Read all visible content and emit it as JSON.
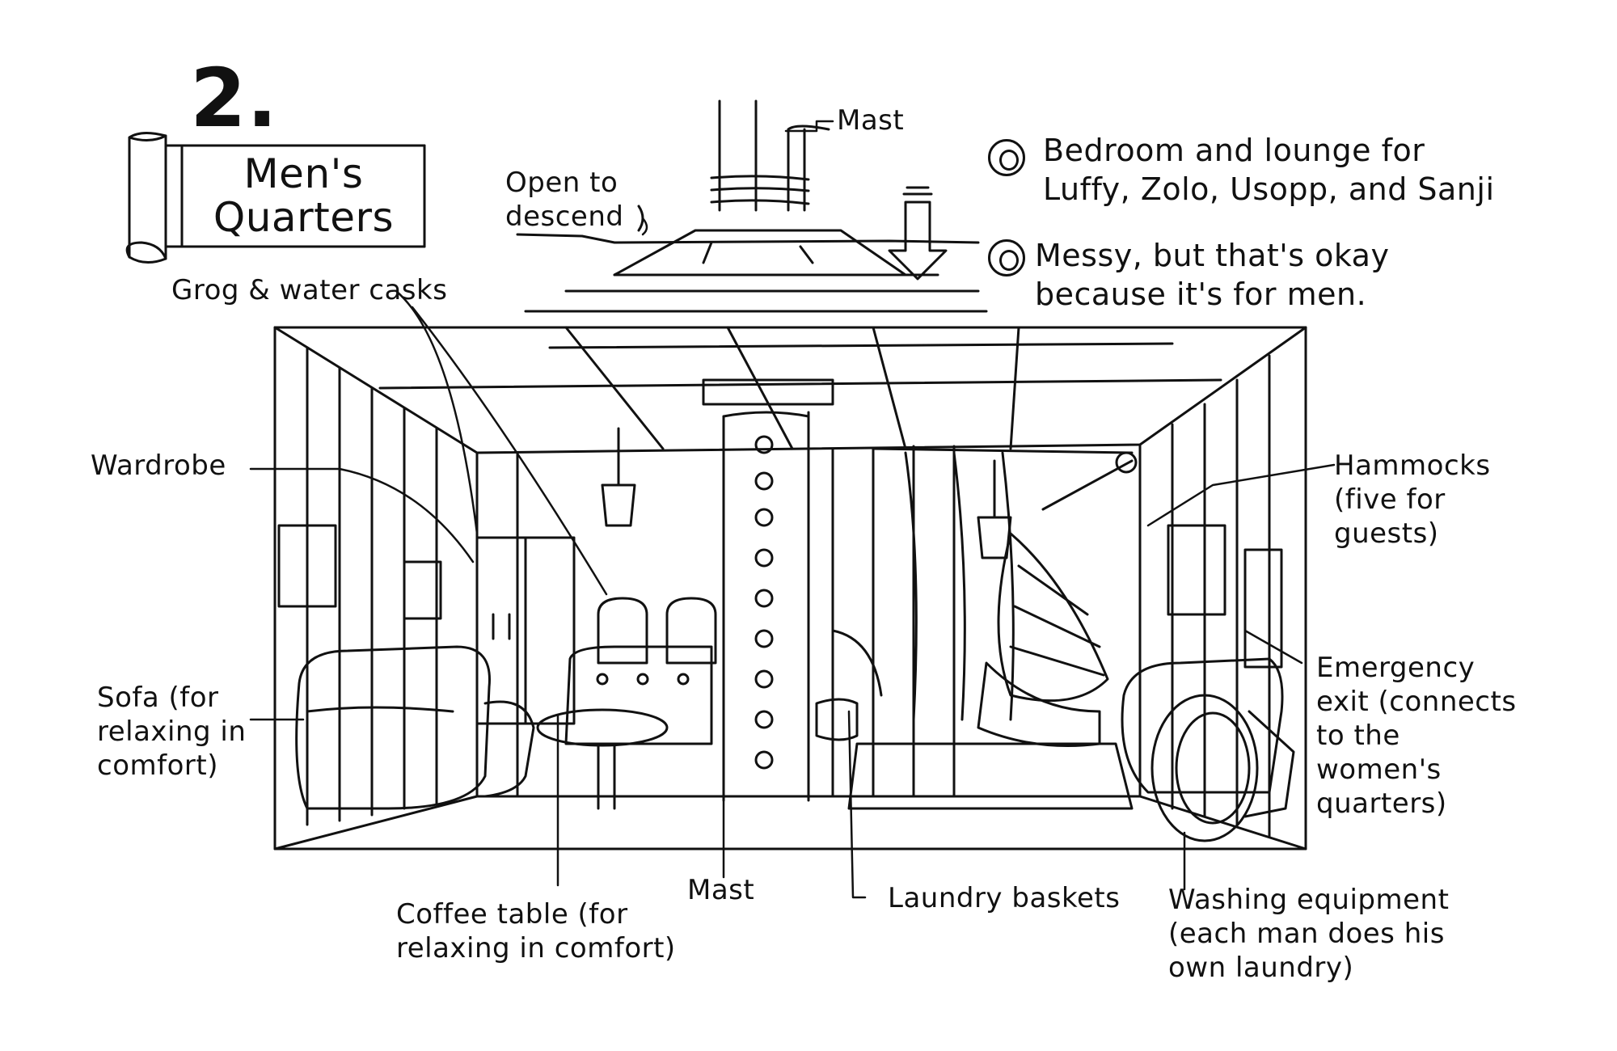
{
  "section_number": "2.",
  "banner_title": "Men's\nQuarters",
  "notes": [
    "Bedroom and lounge for\nLuffy, Zolo, Usopp, and Sanji",
    "Messy, but that's okay\nbecause it's for men."
  ],
  "labels": {
    "mast_top": "Mast",
    "open_to_descend": "Open to\ndescend",
    "grog_water_casks": "Grog & water casks",
    "wardrobe": "Wardrobe",
    "sofa": "Sofa (for\nrelaxing in\ncomfort)",
    "hammocks": "Hammocks\n(five for\nguests)",
    "emergency_exit": "Emergency\nexit (connects\nto the\nwomen's\nquarters)",
    "mast_bottom": "Mast",
    "laundry_baskets": "Laundry baskets",
    "coffee_table": "Coffee table (for\nrelaxing in comfort)",
    "washing_equipment": "Washing equipment\n(each man does his\nown laundry)"
  },
  "colors": {
    "ink": "#111111",
    "paper": "#ffffff"
  }
}
